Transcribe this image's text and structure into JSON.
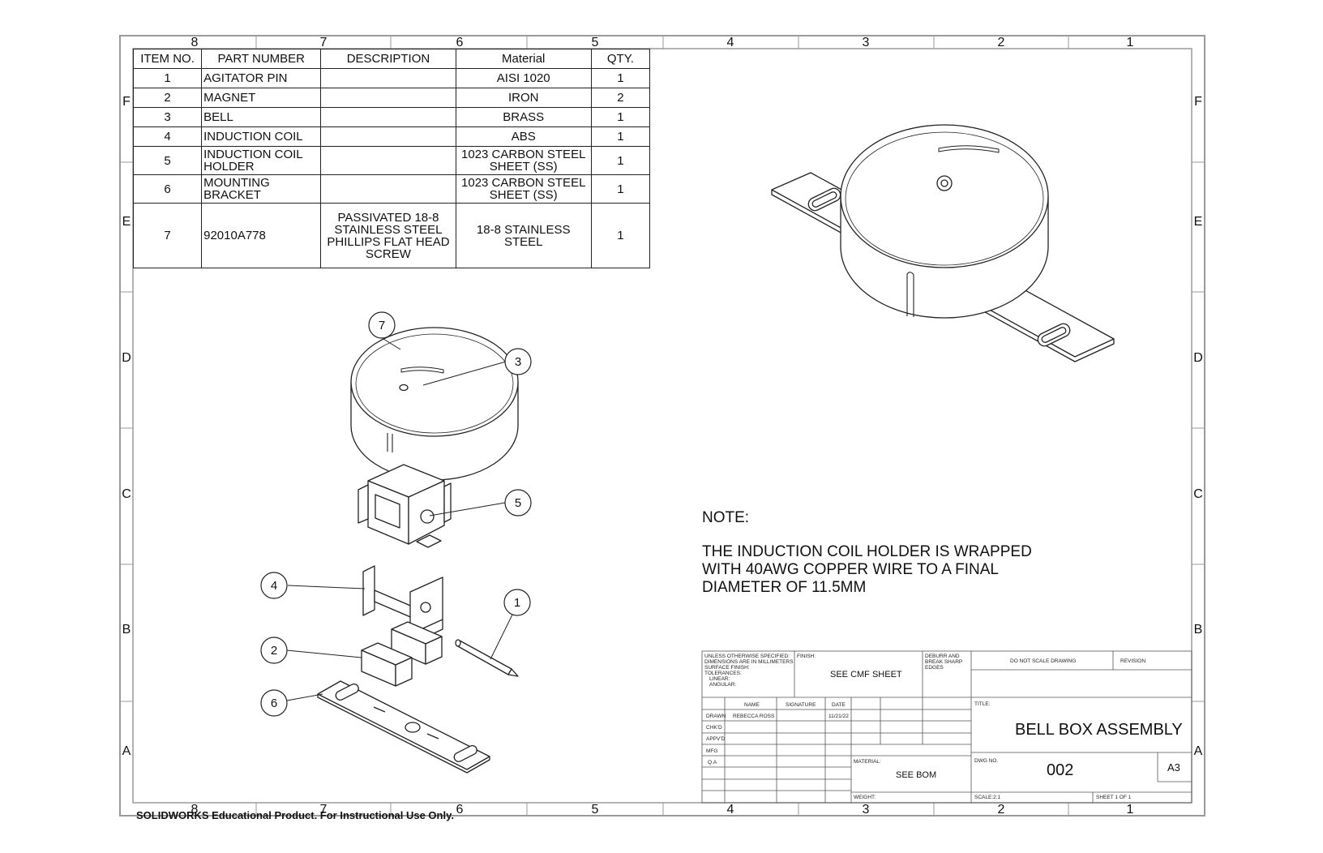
{
  "border": {
    "top_numbers": [
      "8",
      "7",
      "6",
      "5",
      "4",
      "3",
      "2",
      "1"
    ],
    "bottom_numbers": [
      "8",
      "7",
      "6",
      "5",
      "4",
      "3",
      "2",
      "1"
    ],
    "left_letters": [
      "F",
      "E",
      "D",
      "C",
      "B",
      "A"
    ],
    "right_letters": [
      "F",
      "E",
      "D",
      "C",
      "B",
      "A"
    ]
  },
  "bom": {
    "headers": [
      "ITEM NO.",
      "PART NUMBER",
      "DESCRIPTION",
      "Material",
      "QTY."
    ],
    "rows": [
      {
        "item": "1",
        "part": "AGITATOR PIN",
        "desc": "",
        "material": "AISI 1020",
        "qty": "1"
      },
      {
        "item": "2",
        "part": "MAGNET",
        "desc": "",
        "material": "IRON",
        "qty": "2"
      },
      {
        "item": "3",
        "part": "BELL",
        "desc": "",
        "material": "BRASS",
        "qty": "1"
      },
      {
        "item": "4",
        "part": "INDUCTION COIL",
        "desc": "",
        "material": "ABS",
        "qty": "1"
      },
      {
        "item": "5",
        "part": "INDUCTION COIL HOLDER",
        "desc": "",
        "material": "1023 CARBON STEEL SHEET (SS)",
        "qty": "1"
      },
      {
        "item": "6",
        "part": "MOUNTING BRACKET",
        "desc": "",
        "material": "1023 CARBON STEEL SHEET (SS)",
        "qty": "1"
      },
      {
        "item": "7",
        "part": "92010A778",
        "desc": "PASSIVATED 18-8 STAINLESS STEEL PHILLIPS FLAT HEAD SCREW",
        "material": "18-8 STAINLESS STEEL",
        "qty": "1"
      }
    ]
  },
  "balloons": [
    "7",
    "3",
    "5",
    "4",
    "1",
    "2",
    "6"
  ],
  "note": {
    "heading": "NOTE:",
    "lines": [
      "THE INDUCTION COIL HOLDER IS WRAPPED",
      "WITH 40AWG COPPER WIRE TO A FINAL",
      "DIAMETER OF 11.5MM"
    ]
  },
  "title_block": {
    "tolerance_lines": [
      "UNLESS OTHERWISE SPECIFIED:",
      "DIMENSIONS ARE IN MILLIMETERS",
      "SURFACE FINISH:",
      "TOLERANCES:",
      "LINEAR:",
      "ANGULAR:"
    ],
    "finish_label": "FINISH:",
    "finish_value": "SEE CMF SHEET",
    "deburr_lines": [
      "DEBURR AND",
      "BREAK SHARP",
      "EDGES"
    ],
    "do_not_scale": "DO NOT SCALE DRAWING",
    "revision_label": "REVISION",
    "col_name": "NAME",
    "col_signature": "SIGNATURE",
    "col_date": "DATE",
    "row_labels": [
      "DRAWN",
      "CHK'D",
      "APPV'D",
      "MFG",
      "Q.A"
    ],
    "drawn_name": "REBECCA ROSS",
    "drawn_date": "11/21/22",
    "title_label": "TITLE:",
    "title": "BELL BOX ASSEMBLY",
    "material_label": "MATERIAL:",
    "material_value": "SEE BOM",
    "dwg_label": "DWG NO.",
    "dwg_no": "002",
    "size": "A3",
    "weight_label": "WEIGHT:",
    "scale": "SCALE:2:1",
    "sheet": "SHEET 1 OF 1"
  },
  "watermark": "SOLIDWORKS Educational Product. For Instructional Use Only."
}
